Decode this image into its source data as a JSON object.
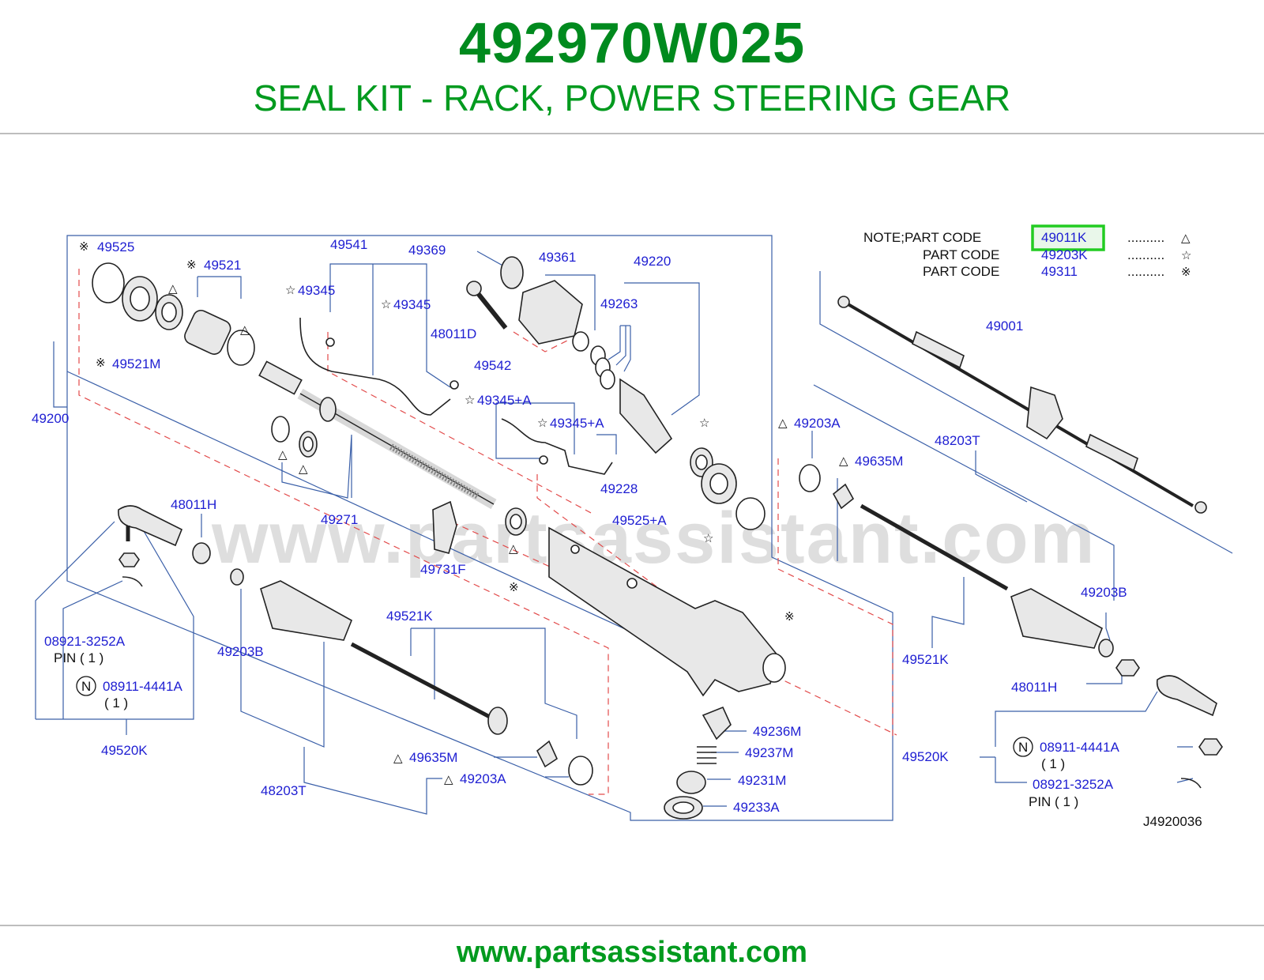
{
  "header": {
    "part_number": "492970W025",
    "title": "SEAL KIT - RACK, POWER STEERING GEAR"
  },
  "footer": {
    "url": "www.partsassistant.com"
  },
  "watermark": "www.partsassistant.com",
  "colors": {
    "brand_green": "#009a1e",
    "label_blue": "#1e1ed2",
    "leader_line": "#3a5fa8",
    "dashed_line": "#e24a4a",
    "highlight": "#22cc22"
  },
  "note": {
    "rows": [
      {
        "prefix": "NOTE;PART CODE",
        "code": "49011K",
        "dots": "..........",
        "symbol": "△"
      },
      {
        "prefix": "PART CODE",
        "code": "49203K",
        "dots": "..........",
        "symbol": "☆"
      },
      {
        "prefix": "PART CODE",
        "code": "49311",
        "dots": "..........",
        "symbol": "※"
      }
    ]
  },
  "drawing_code": "J4920036",
  "callouts": {
    "c49525": "49525",
    "c49521": "49521",
    "c49521M": "49521M",
    "c49200": "49200",
    "c49541": "49541",
    "c49369": "49369",
    "c49345_a": "49345",
    "c49345_b": "49345",
    "c48011D": "48011D",
    "c49361": "49361",
    "c49220": "49220",
    "c49263": "49263",
    "c49542": "49542",
    "c49345A_a": "49345+A",
    "c49345A_b": "49345+A",
    "c49228": "49228",
    "c49271": "49271",
    "c49731F": "49731F",
    "c49525A": "49525+A",
    "c48011H_l": "48011H",
    "c08921_l": "08921-3252A",
    "pin_l": "PIN ( 1 )",
    "c08911_l": "08911-4441A",
    "qty_l": "( 1 )",
    "c49520K_l": "49520K",
    "c49203B_l": "49203B",
    "c49521K_l": "49521K",
    "c48203T_l": "48203T",
    "c49635M_l": "49635M",
    "c49203A_l": "49203A",
    "c49236M": "49236M",
    "c49237M": "49237M",
    "c49231M": "49231M",
    "c49233A": "49233A",
    "c49001": "49001",
    "c49203A_r": "49203A",
    "c49635M_r": "49635M",
    "c48203T_r": "48203T",
    "c49203B_r": "49203B",
    "c49521K_r": "49521K",
    "c48011H_r": "48011H",
    "c49520K_r": "49520K",
    "c08911_r": "08911-4441A",
    "qty_r": "( 1 )",
    "c08921_r": "08921-3252A",
    "pin_r": "PIN ( 1 )",
    "n_badge": "N"
  },
  "symbols": {
    "triangle": "△",
    "star": "☆",
    "ref": "※"
  }
}
